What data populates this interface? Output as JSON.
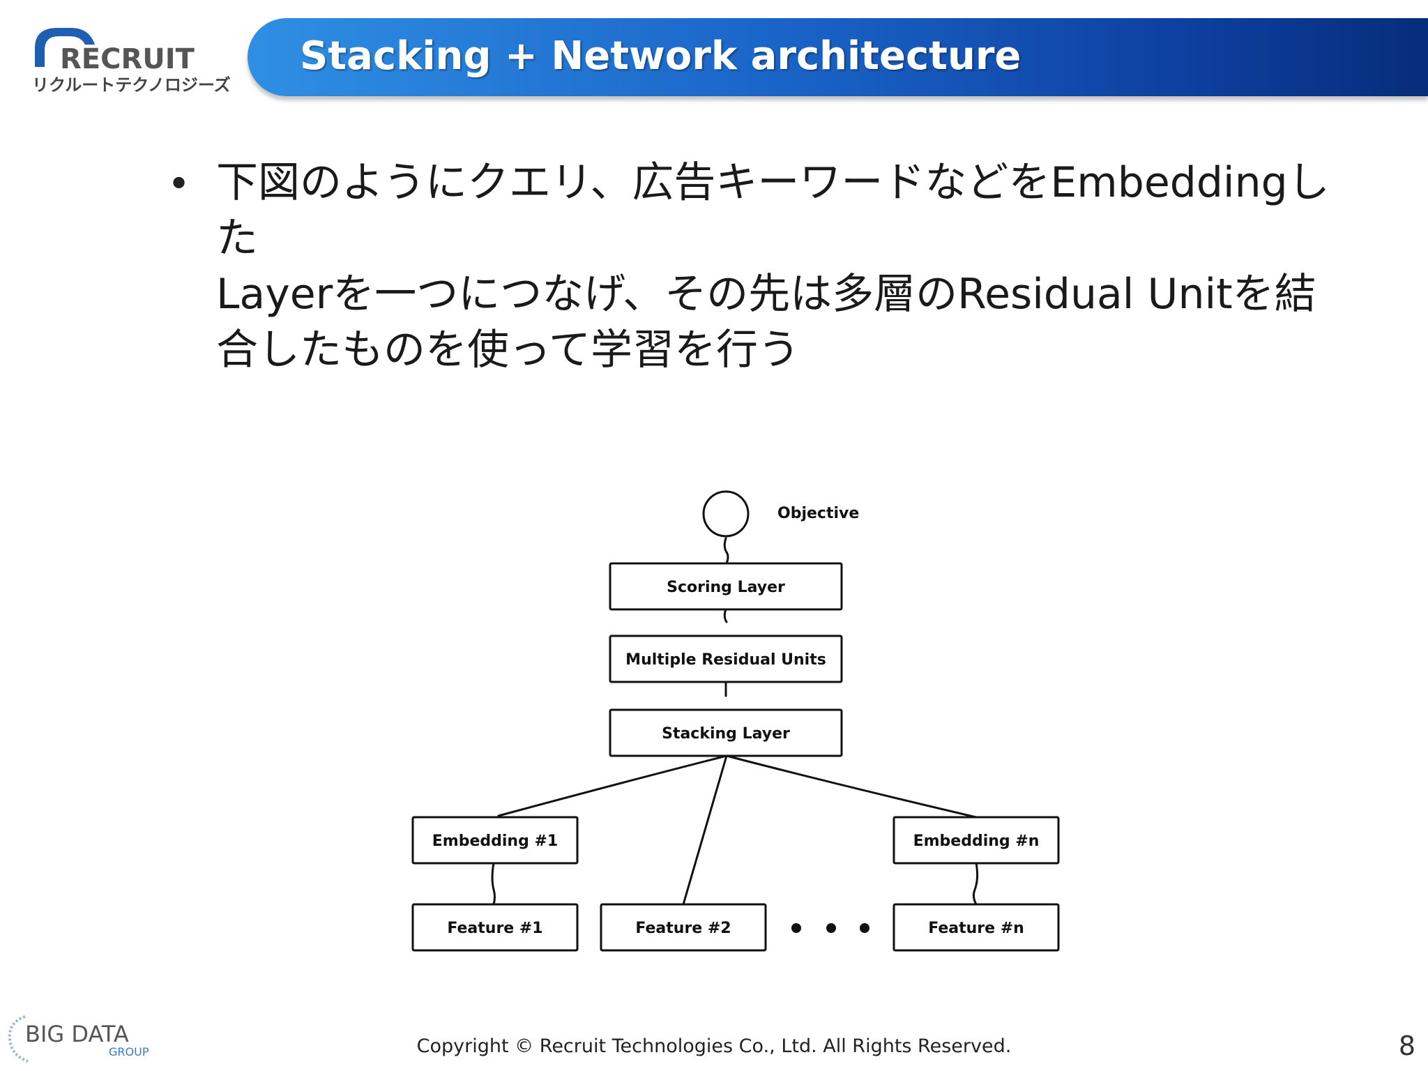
{
  "header": {
    "logo_main": "RECRUIT",
    "logo_sub": "リクルートテクノロジーズ",
    "title": "Stacking + Network architecture"
  },
  "content": {
    "bullet_symbol": "•",
    "line1": "下図のようにクエリ、広告キーワードなどをEmbeddingした",
    "line2": "Layerを一つにつなげ、その先は多層のResidual Unitを結",
    "line3": "合したものを使って学習を行う"
  },
  "diagram": {
    "objective_label": "Objective",
    "scoring_layer": "Scoring Layer",
    "residual_units": "Multiple Residual Units",
    "stacking_layer": "Stacking Layer",
    "embedding_1": "Embedding #1",
    "embedding_n": "Embedding #n",
    "feature_1": "Feature #1",
    "feature_2": "Feature #2",
    "feature_n": "Feature #n"
  },
  "footer": {
    "logo_main": "BIG DATA",
    "logo_sub": "GROUP",
    "copyright": "Copyright © Recruit Technologies Co., Ltd. All Rights Reserved.",
    "page_number": "8"
  },
  "colors": {
    "banner_start": "#2f8fe3",
    "banner_end": "#062d7a",
    "logo_blue": "#1e5fb4"
  }
}
